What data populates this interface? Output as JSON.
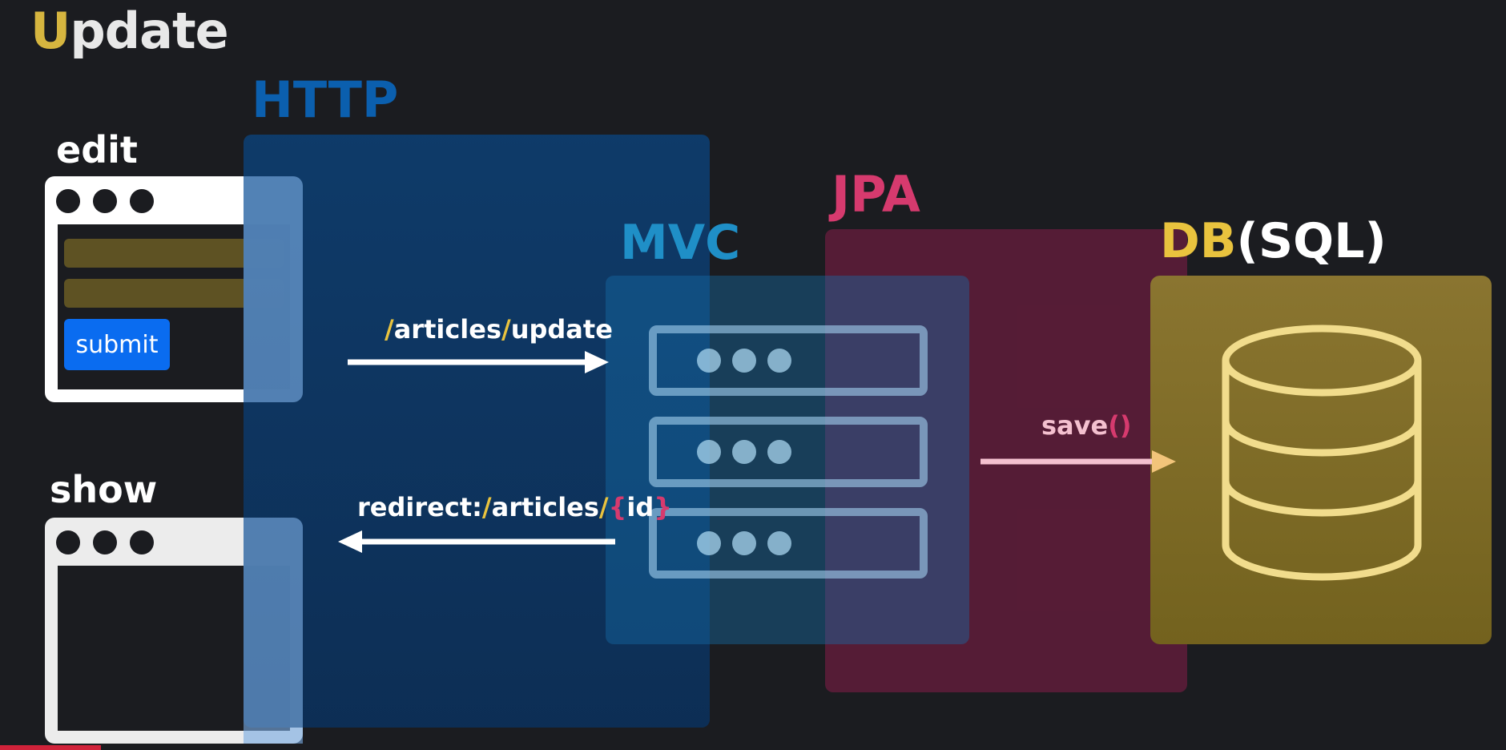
{
  "title": {
    "first_letter": "U",
    "rest": "pdate"
  },
  "labels": {
    "edit": "edit",
    "show": "show",
    "http": "HTTP",
    "mvc": "MVC",
    "jpa": "JPA",
    "db": "DB",
    "db_suffix": "(SQL)"
  },
  "edit_browser": {
    "submit_label": "submit"
  },
  "request_arrow": {
    "slash1": "/",
    "part1": "articles",
    "slash2": "/",
    "part2": "update"
  },
  "redirect_arrow": {
    "prefix": "redirect:",
    "slash1": "/",
    "part1": "articles",
    "slash2": "/",
    "brace_open": "{",
    "param": "id",
    "brace_close": "}"
  },
  "save_arrow": {
    "method": "save",
    "parens": "()"
  },
  "colors": {
    "title_accent": "#d6b53f",
    "http": "#0b5fae",
    "mvc": "#1f8fc7",
    "jpa": "#d63a6e",
    "db_accent": "#e9c33e",
    "submit_button": "#0a6cf0"
  },
  "icons": {
    "server": "server-rack-icon",
    "database": "database-cylinder-icon"
  }
}
